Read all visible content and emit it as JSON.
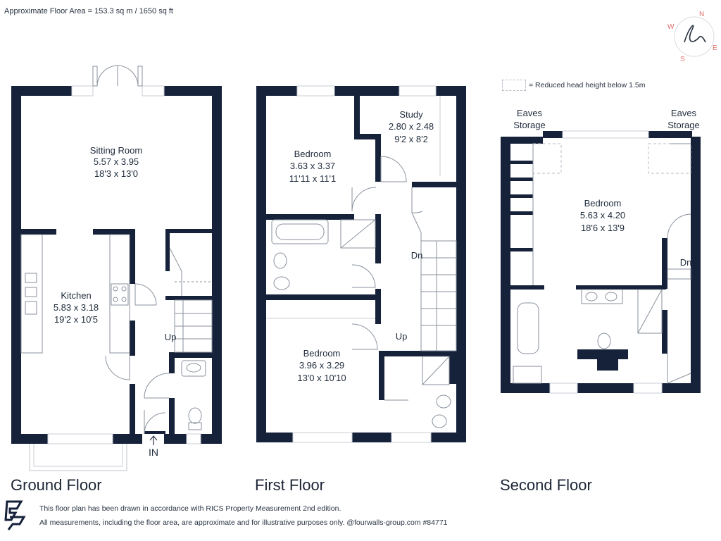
{
  "header": {
    "area_text": "Approximate Floor Area = 153.3 sq m / 1650 sq ft"
  },
  "compass": {
    "n": "N",
    "e": "E",
    "s": "S",
    "w": "W"
  },
  "legend": {
    "text": "= Reduced head height below 1.5m"
  },
  "ground_floor": {
    "title": "Ground Floor",
    "sitting_room": {
      "name": "Sitting Room",
      "metric": "5.57 x 3.95",
      "imperial": "18'3 x 13'0"
    },
    "kitchen": {
      "name": "Kitchen",
      "metric": "5.83 x 3.18",
      "imperial": "19'2 x 10'5"
    },
    "up_label": "Up",
    "in_label": "IN"
  },
  "first_floor": {
    "title": "First Floor",
    "bedroom1": {
      "name": "Bedroom",
      "metric": "3.63 x 3.37",
      "imperial": "11'11 x 11'1"
    },
    "study": {
      "name": "Study",
      "metric": "2.80 x 2.48",
      "imperial": "9'2 x 8'2"
    },
    "bedroom2": {
      "name": "Bedroom",
      "metric": "3.96 x 3.29",
      "imperial": "13'0 x 10'10"
    },
    "dn_label": "Dn",
    "up_label": "Up"
  },
  "second_floor": {
    "title": "Second Floor",
    "eaves_left": {
      "line1": "Eaves",
      "line2": "Storage"
    },
    "eaves_right": {
      "line1": "Eaves",
      "line2": "Storage"
    },
    "bedroom": {
      "name": "Bedroom",
      "metric": "5.63 x 4.20",
      "imperial": "18'6 x 13'9"
    },
    "dn_label": "Dn"
  },
  "footer": {
    "line1": "This floor plan has been drawn in accordance with RICS Property Measurement 2nd edition.",
    "line2": "All measurements, including the floor area, are approximate and for illustrative purposes only. @fourwalls-group.com #84771"
  },
  "colors": {
    "wall": "#16213a",
    "fixture": "#8a929e",
    "compass": "#e0706a",
    "window": "#c9ced6"
  }
}
